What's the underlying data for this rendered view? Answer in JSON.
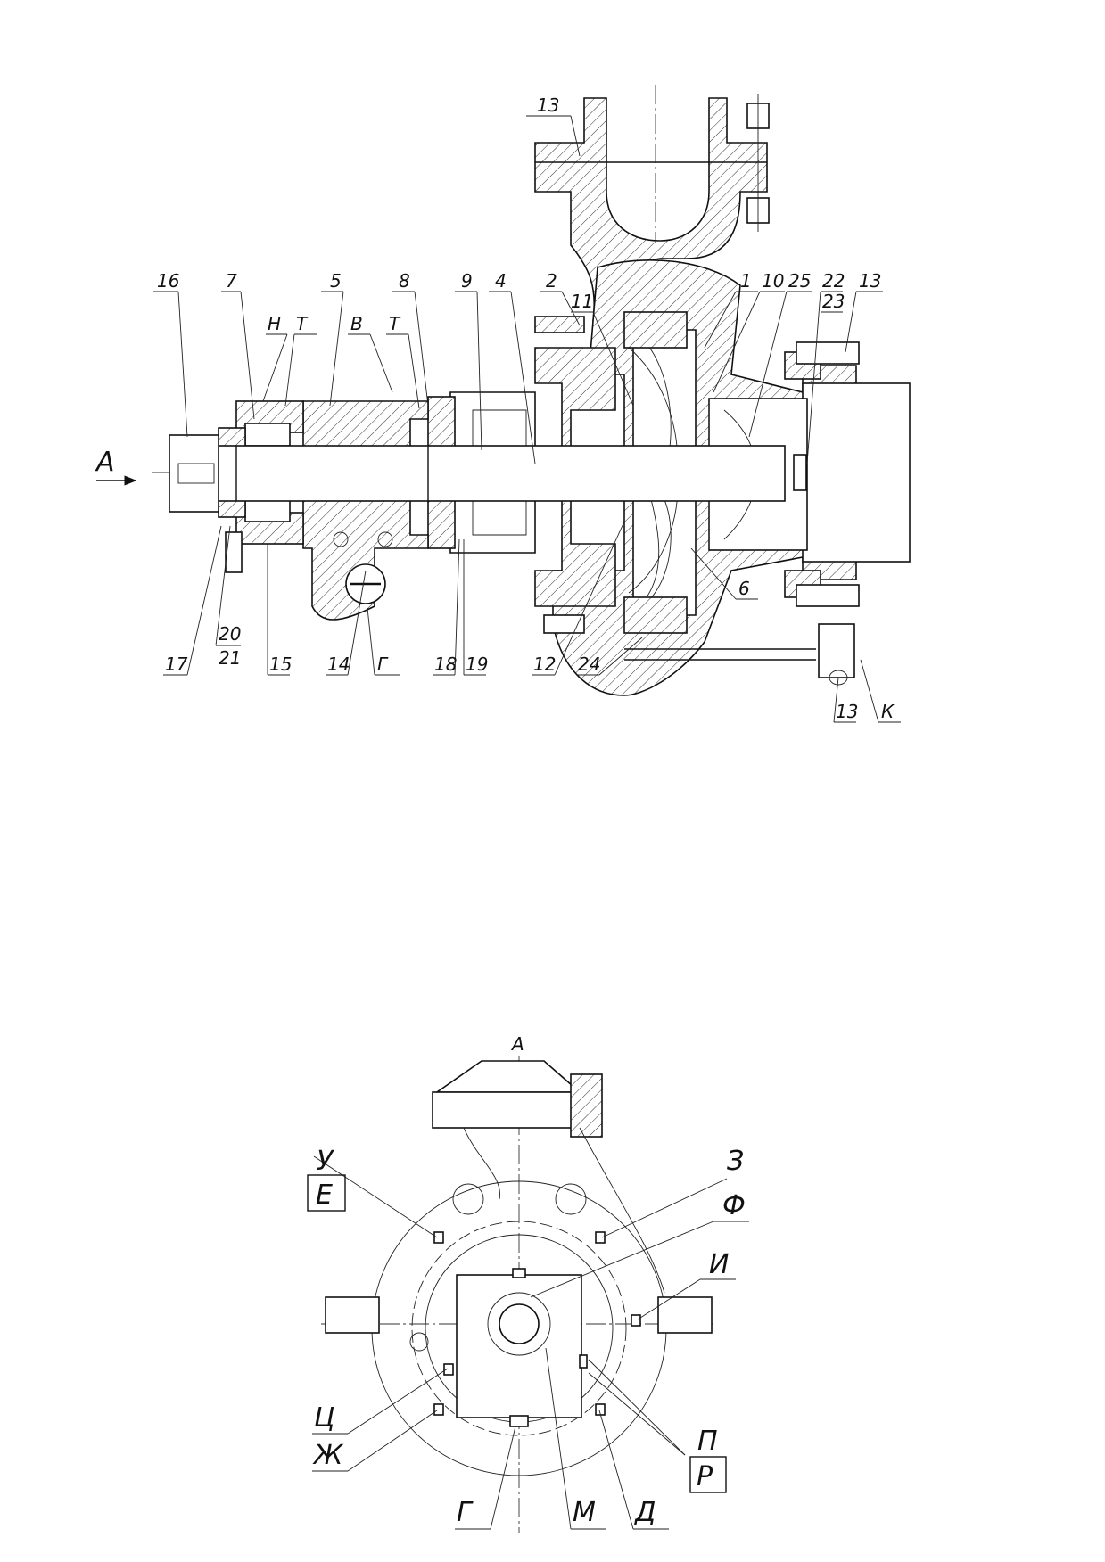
{
  "section_view": {
    "view_arrow_label": "А",
    "positions": [
      "16",
      "7",
      "5",
      "8",
      "9",
      "4",
      "2",
      "11",
      "1",
      "10",
      "25",
      "22",
      "23",
      "13",
      "13",
      "17",
      "20",
      "21",
      "15",
      "14",
      "18",
      "19",
      "12",
      "24",
      "6",
      "13"
    ],
    "letters": [
      "Н",
      "Т",
      "В",
      "Т",
      "Г",
      "К"
    ]
  },
  "view_a": {
    "title": "А",
    "letters": [
      "У",
      "Е",
      "З",
      "Ф",
      "И",
      "Ц",
      "Ж",
      "П",
      "Р",
      "Г",
      "М",
      "Д"
    ]
  }
}
